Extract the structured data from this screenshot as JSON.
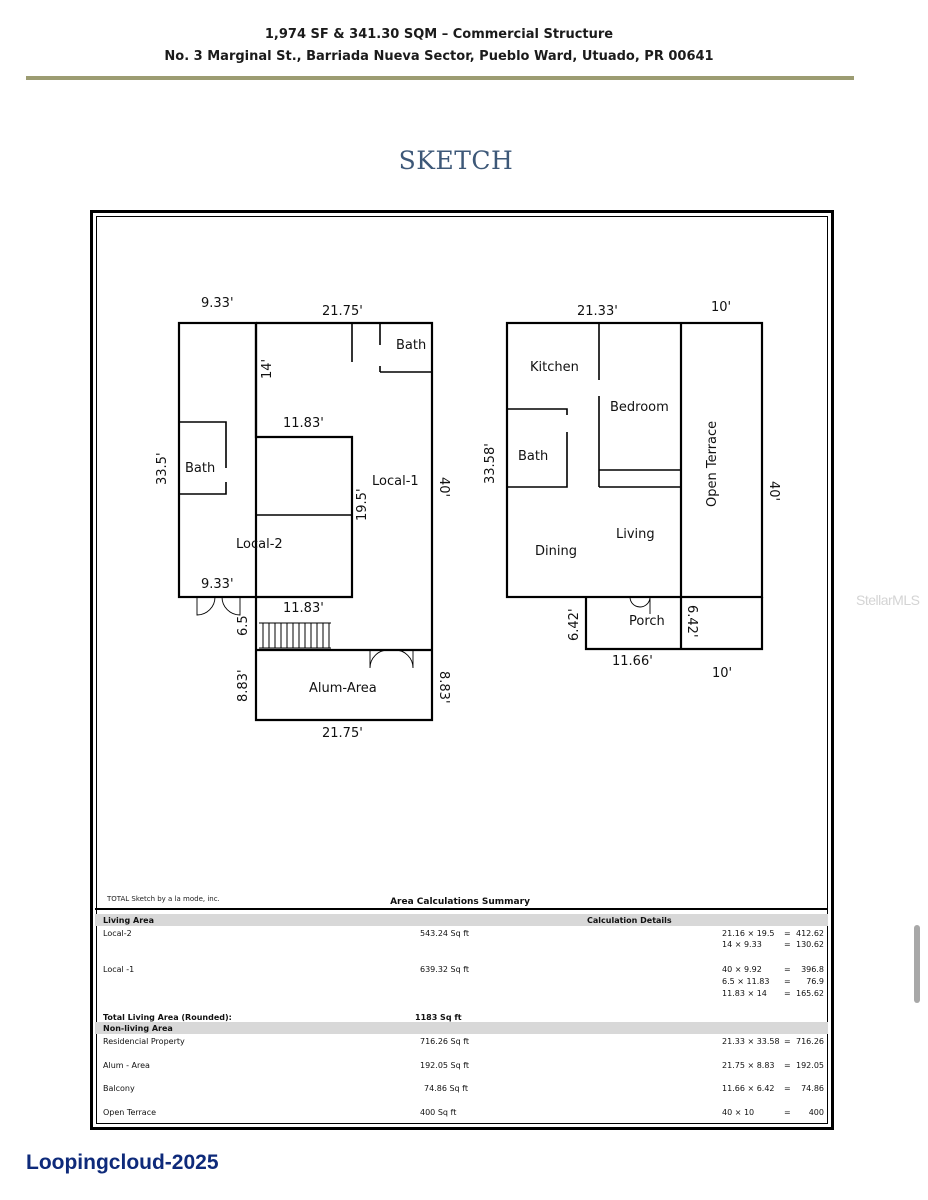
{
  "header": {
    "line1": "1,974 SF & 341.30 SQM – Commercial Structure",
    "line2": "No. 3 Marginal St., Barriada Nueva Sector, Pueblo Ward, Utuado, PR 00641",
    "rule_color": "#9c9c72"
  },
  "title": "SKETCH",
  "title_color": "#3d5878",
  "plan": {
    "left": {
      "dimensions": [
        "9.33'",
        "21.75'",
        "14'",
        "11.83'",
        "33.5'",
        "19.5'",
        "40'",
        "9.33'",
        "11.83'",
        "6.5",
        "8.83'",
        "8.83'",
        "21.75'"
      ],
      "rooms": [
        "Bath",
        "Bath",
        "Local-1",
        "Local-2",
        "Alum-Area"
      ]
    },
    "right": {
      "dimensions": [
        "21.33'",
        "10'",
        "33.58'",
        "40'",
        "6.42'",
        "6.42'",
        "11.66'",
        "10'"
      ],
      "rooms": [
        "Kitchen",
        "Bedroom",
        "Bath",
        "Open Terrace",
        "Living",
        "Dining",
        "Porch"
      ]
    }
  },
  "credit": "TOTAL Sketch by a la mode, inc.",
  "summary": {
    "title": "Area Calculations Summary",
    "living_header": "Living Area",
    "calc_header": "Calculation Details",
    "living_rows": [
      {
        "name": "Local-2",
        "area": "543.24 Sq ft",
        "calcs": [
          [
            "21.16 × 19.5",
            "=",
            "412.62"
          ],
          [
            "14 × 9.33",
            "=",
            "130.62"
          ]
        ]
      },
      {
        "name": "Local -1",
        "area": "639.32 Sq ft",
        "calcs": [
          [
            "40 × 9.92",
            "=",
            "396.8"
          ],
          [
            "6.5 × 11.83",
            "=",
            "76.9"
          ],
          [
            "11.83 × 14",
            "=",
            "165.62"
          ]
        ]
      }
    ],
    "total_label": "Total Living Area (Rounded):",
    "total_value": "1183 Sq ft",
    "nonliving_header": "Non-living Area",
    "nonliving_rows": [
      {
        "name": "Residencial Property",
        "area": "716.26 Sq ft",
        "calcs": [
          [
            "21.33 × 33.58",
            "=",
            "716.26"
          ]
        ]
      },
      {
        "name": "Alum - Area",
        "area": "192.05 Sq ft",
        "calcs": [
          [
            "21.75 × 8.83",
            "=",
            "192.05"
          ]
        ]
      },
      {
        "name": "Balcony",
        "area": "74.86 Sq ft",
        "calcs": [
          [
            "11.66 × 6.42",
            "=",
            "74.86"
          ]
        ]
      },
      {
        "name": "Open Terrace",
        "area": "400 Sq ft",
        "calcs": [
          [
            "40 × 10",
            "=",
            "400"
          ]
        ]
      }
    ]
  },
  "watermark": "StellarMLS",
  "footer": "Loopingcloud-2025",
  "footer_color": "#0e2a7a"
}
